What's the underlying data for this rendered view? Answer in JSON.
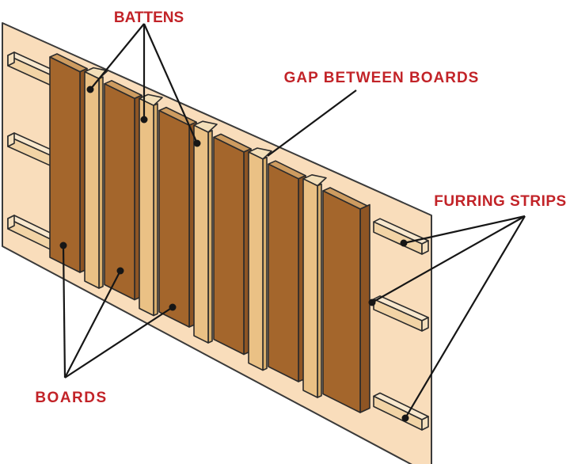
{
  "diagram": {
    "subject": "Board and batten siding construction diagram",
    "board_count": 6,
    "batten_count": 5,
    "furring_strip_count": 3
  },
  "labels": {
    "battens": "BATTENS",
    "gap_between_boards": "GAP BETWEEN BOARDS",
    "furring_strips": "FURRING STRIPS",
    "boards": "BOARDS"
  },
  "colors": {
    "background": "#ffffff",
    "wall": "#F9DDBB",
    "wall_outline": "#3a3a3a",
    "board_front": "#A4662C",
    "board_side": "#8E5524",
    "board_top": "#CE9C60",
    "batten_front": "#EAC185",
    "batten_side": "#D8AE6C",
    "batten_top": "#F3DFB9",
    "strip_front": "#F2D4A6",
    "strip_top": "#F8E8CE",
    "strip_end": "#F5E0BD",
    "label_text": "#C22328",
    "leader_line": "#161616"
  }
}
